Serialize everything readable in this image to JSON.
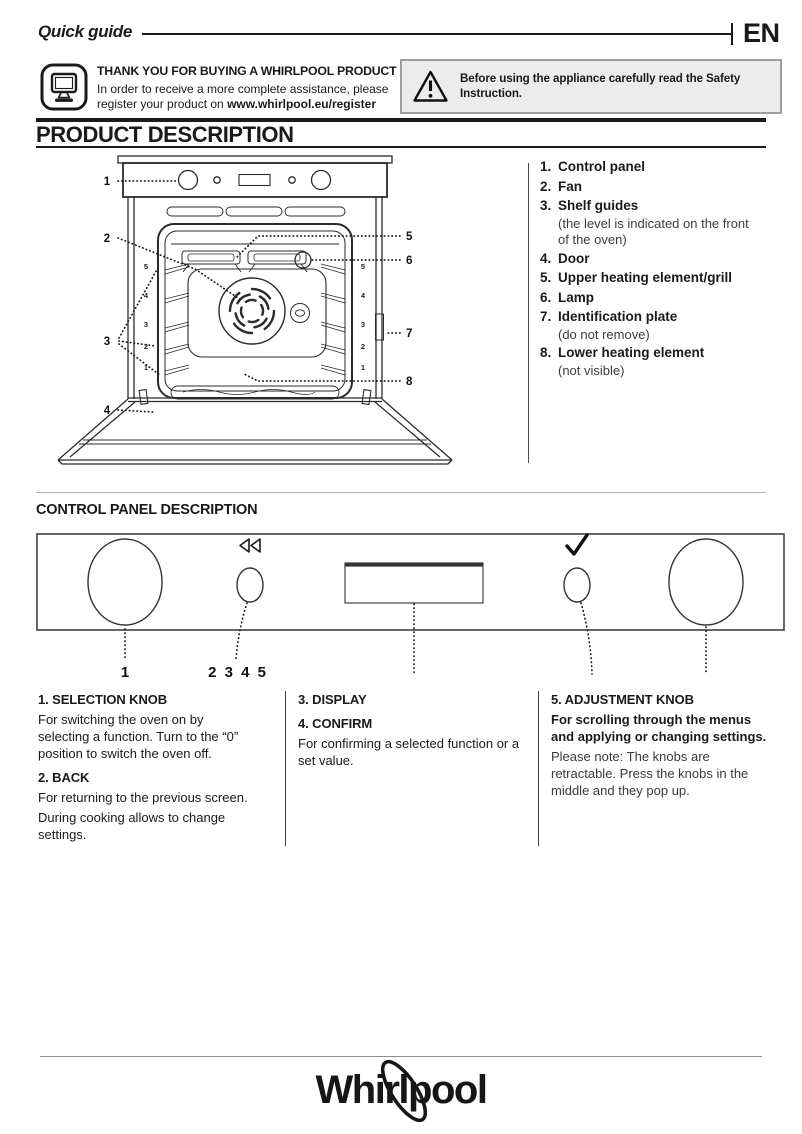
{
  "header": {
    "doc_title": "Quick guide",
    "lang": "EN"
  },
  "register": {
    "heading": "THANK YOU FOR BUYING A WHIRLPOOL PRODUCT",
    "line1": "In order to receive a more complete assistance, please",
    "line2_prefix": "register your product on ",
    "url": "www.whirlpool.eu/register"
  },
  "warning": {
    "text": "Before using the appliance carefully read the Safety Instruction."
  },
  "product": {
    "title": "PRODUCT DESCRIPTION",
    "items": [
      {
        "num": "1.",
        "label": "Control panel",
        "note": ""
      },
      {
        "num": "2.",
        "label": "Fan",
        "note": ""
      },
      {
        "num": "3.",
        "label": "Shelf guides",
        "note": "(the level is indicated on the front of the oven)"
      },
      {
        "num": "4.",
        "label": "Door",
        "note": ""
      },
      {
        "num": "5.",
        "label": "Upper heating element/grill",
        "note": ""
      },
      {
        "num": "6.",
        "label": "Lamp",
        "note": ""
      },
      {
        "num": "7.",
        "label": "Identification plate",
        "note": "(do not remove)"
      },
      {
        "num": "8.",
        "label": "Lower heating element",
        "note": "(not visible)"
      }
    ]
  },
  "oven": {
    "callouts": [
      "1",
      "2",
      "3",
      "4",
      "5",
      "6",
      "7",
      "8"
    ],
    "shelf_levels": [
      "5",
      "4",
      "3",
      "2",
      "1"
    ]
  },
  "control_panel": {
    "title": "CONTROL PANEL DESCRIPTION",
    "figure": {
      "label_1": "1",
      "label_group": "2 3 4 5"
    },
    "columns": {
      "col1": {
        "h1": "1. SELECTION KNOB",
        "p1": "For switching the oven on by selecting a function. Turn to the “0” position to switch the oven off.",
        "h2": "2. BACK",
        "p2": "For returning to the previous screen.",
        "p3": "During cooking allows to change settings."
      },
      "col2": {
        "h1": "3. DISPLAY",
        "h2": "4. CONFIRM",
        "p1": "For confirming a selected function or a set value."
      },
      "col3": {
        "h1": "5. ADJUSTMENT KNOB",
        "p1": "For scrolling through the menus and applying or changing settings.",
        "p2": "Please note: The knobs are retractable. Press the knobs in the middle and they pop up."
      }
    }
  },
  "footer": {
    "logo_text": "Whirlpool"
  }
}
